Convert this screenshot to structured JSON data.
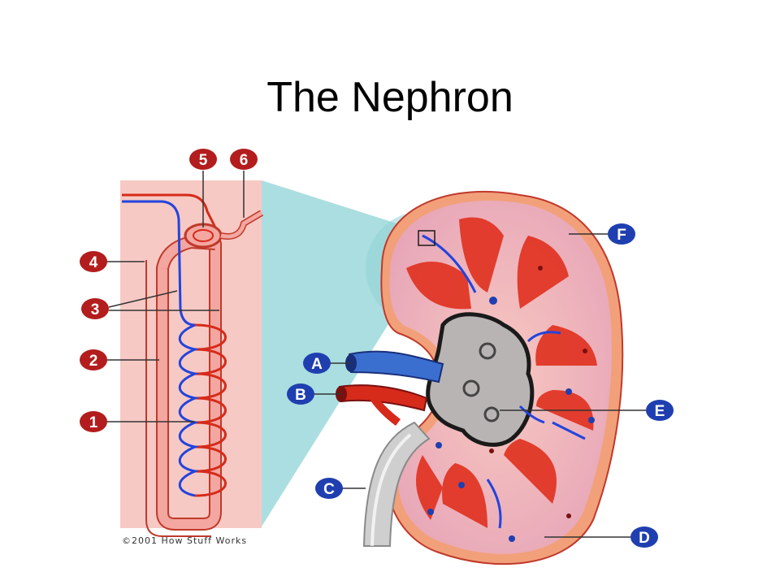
{
  "slide": {
    "title": "The Nephron"
  },
  "diagram": {
    "copyright": "©2001 How Stuff Works",
    "colors": {
      "tubule": "#f4a6a0",
      "tubule_outline": "#c0392b",
      "vein": "#2244dd",
      "artery": "#d62a1a",
      "number_badge": "#b31d1d",
      "letter_badge": "#1f3fb0",
      "panel": "#f7c9c4",
      "zoom_cone": "#8fd3d6",
      "cortex": "#f6b8b0",
      "capsule": "#f2a07a",
      "pelvis": "#b9b4b4",
      "ureter": "#cfcfcf"
    },
    "number_labels": [
      {
        "id": "1",
        "text": "1"
      },
      {
        "id": "2",
        "text": "2"
      },
      {
        "id": "3",
        "text": "3"
      },
      {
        "id": "4",
        "text": "4"
      },
      {
        "id": "5",
        "text": "5"
      },
      {
        "id": "6",
        "text": "6"
      }
    ],
    "letter_labels": [
      {
        "id": "A",
        "text": "A"
      },
      {
        "id": "B",
        "text": "B"
      },
      {
        "id": "C",
        "text": "C"
      },
      {
        "id": "D",
        "text": "D"
      },
      {
        "id": "E",
        "text": "E"
      },
      {
        "id": "F",
        "text": "F"
      }
    ]
  }
}
